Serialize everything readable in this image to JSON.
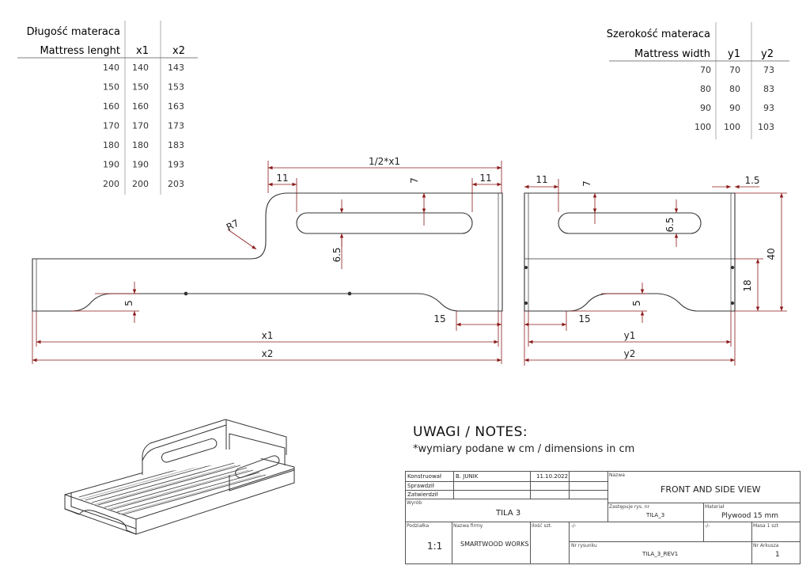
{
  "length_table": {
    "header_pl": "Długość materaca",
    "header_en": "Mattress lenght",
    "col1": "x1",
    "col2": "x2",
    "rows": [
      [
        "140",
        "140",
        "143"
      ],
      [
        "150",
        "150",
        "153"
      ],
      [
        "160",
        "160",
        "163"
      ],
      [
        "170",
        "170",
        "173"
      ],
      [
        "180",
        "180",
        "183"
      ],
      [
        "190",
        "190",
        "193"
      ],
      [
        "200",
        "200",
        "203"
      ]
    ]
  },
  "width_table": {
    "header_pl": "Szerokość materaca",
    "header_en": "Mattress width",
    "col1": "y1",
    "col2": "y2",
    "rows": [
      [
        "70",
        "70",
        "73"
      ],
      [
        "80",
        "80",
        "83"
      ],
      [
        "90",
        "90",
        "93"
      ],
      [
        "100",
        "100",
        "103"
      ]
    ]
  },
  "front_view": {
    "half_x1": "1/2*x1",
    "d11_left": "11",
    "d11_right": "11",
    "d7": "7",
    "d6_5": "6.5",
    "r7": "R7",
    "d5": "5",
    "d15": "15",
    "x1": "x1",
    "x2": "x2"
  },
  "side_view": {
    "d11": "11",
    "d7": "7",
    "d1_5": "1.5",
    "d6_5": "6.5",
    "d40": "40",
    "d18": "18",
    "d5": "5",
    "d15": "15",
    "y1": "y1",
    "y2": "y2"
  },
  "notes": {
    "title": "UWAGI / NOTES:",
    "text": "*wymiary podane w cm / dimensions in cm"
  },
  "title_block": {
    "konstruowal_label": "Konstruował",
    "konstruowal_value": "B. JUNIK",
    "date": "11.10.2022",
    "sprawdzil_label": "Sprawdził",
    "zatwierdzil_label": "Zatwierdził",
    "wyrob_label": "Wyrób",
    "wyrob_value": "TILA 3",
    "nazwa_label": "Nazwa",
    "nazwa_value": "FRONT AND SIDE VIEW",
    "zastepuje_label": "Zastępuje rys. nr",
    "zastepuje_value": "TILA_3",
    "material_label": "Materiał",
    "material_value": "Plywood 15 mm",
    "podzialka_label": "Podziałka",
    "podzialka_value": "1:1",
    "firma_label": "Nazwa firmy",
    "firma_value": "SMARTWOOD WORKS",
    "ilosc_label": "Ilość szt.",
    "dash1": "-/-",
    "dash2": "-/-",
    "masa_label": "Masa 1 szt",
    "nr_rys_label": "Nr rysunku",
    "nr_rys_value": "TILA_3_REV1",
    "nr_arkusza_label": "Nr Arkusza",
    "nr_arkusza_value": "1"
  },
  "colors": {
    "dimension": "#8b1a1a",
    "outline": "#333333"
  }
}
